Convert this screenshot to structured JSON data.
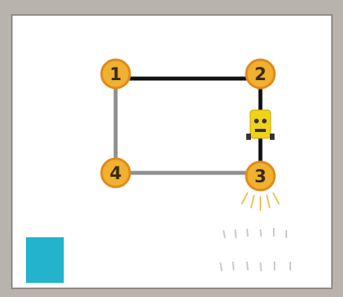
{
  "diagram": {
    "nodes": [
      {
        "id": "1",
        "label": "1"
      },
      {
        "id": "2",
        "label": "2"
      },
      {
        "id": "3",
        "label": "3"
      },
      {
        "id": "4",
        "label": "4"
      }
    ],
    "edges": [
      {
        "from": "1",
        "to": "2",
        "style": "dark"
      },
      {
        "from": "2",
        "to": "3",
        "style": "dark"
      },
      {
        "from": "3",
        "to": "4",
        "style": "gray"
      },
      {
        "from": "4",
        "to": "1",
        "style": "gray"
      }
    ]
  },
  "colors": {
    "node_fill": "#f0b030",
    "node_stroke": "#e08a18",
    "edge_dark": "#111111",
    "edge_gray": "#8f8f8f",
    "robot": "#f1d21a",
    "square": "#23b3cc",
    "marks": "#c8c8c8"
  },
  "icons": {
    "robot": "robot-icon",
    "square": "blue-square-icon",
    "rays": "light-rays-icon"
  }
}
